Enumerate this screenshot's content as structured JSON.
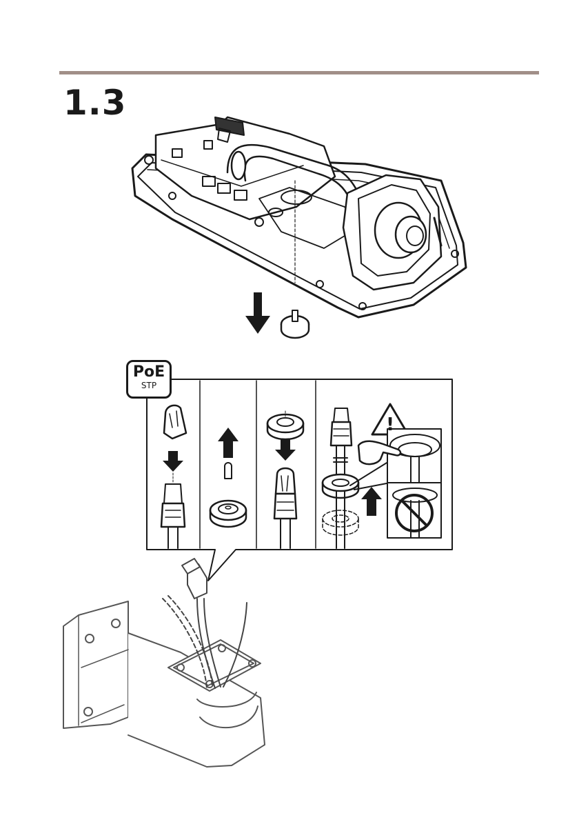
{
  "step": {
    "number": "1.3"
  },
  "badge": {
    "line1": "PoE",
    "line2": "STP"
  },
  "warning": {
    "symbol": "!"
  },
  "icons": {
    "arrow_down": "arrow-down-icon",
    "arrow_up": "arrow-up-icon",
    "warning": "warning-triangle-icon",
    "prohibited": "prohibited-icon"
  },
  "colors": {
    "rule": "#a18f88",
    "ink": "#1a1a1a"
  }
}
